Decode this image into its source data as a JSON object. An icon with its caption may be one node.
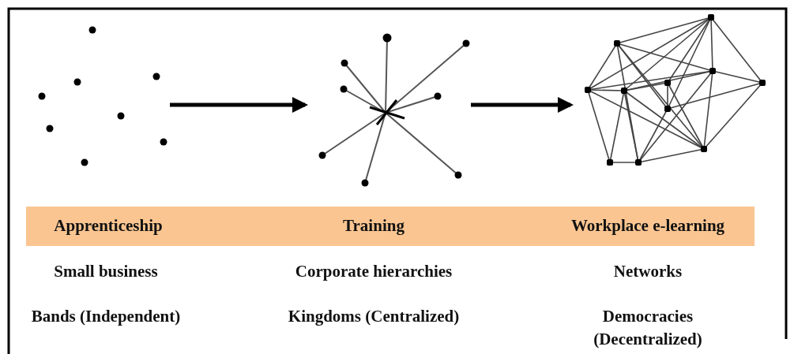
{
  "diagram": {
    "nodes": [
      {
        "text": [],
        "shape": "picture"
      },
      {
        "text": [],
        "shape": "picture"
      },
      {
        "text": [],
        "shape": "picture"
      },
      {
        "text": [
          "Apprenticeship",
          "Training",
          "Workplace e-learning"
        ]
      }
    ],
    "edges": [
      {
        "from": 0,
        "to": 1,
        "arrow": "to"
      },
      {
        "from": 1,
        "to": 2,
        "arrow": "to"
      }
    ],
    "labels": [
      "Small business",
      "Corporate hierarchies",
      "Networks",
      "Bands (Independent)",
      "Kingdoms (Centralized)",
      "Democracies (Decentralized)"
    ]
  }
}
